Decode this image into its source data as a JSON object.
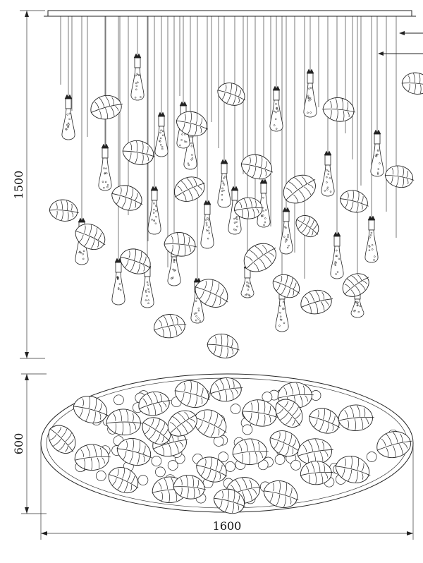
{
  "drawing": {
    "type": "technical-drawing",
    "views": [
      "elevation",
      "plan"
    ],
    "dimensions": {
      "height": "1500",
      "depth": "600",
      "width": "1600"
    },
    "colors": {
      "line": "#222222",
      "background": "#ffffff"
    },
    "elements": {
      "elevation": {
        "pendant_count": 26,
        "leaf_count": 24
      },
      "plan": {
        "leaf_count": 34,
        "bulb_count": 60
      }
    }
  }
}
